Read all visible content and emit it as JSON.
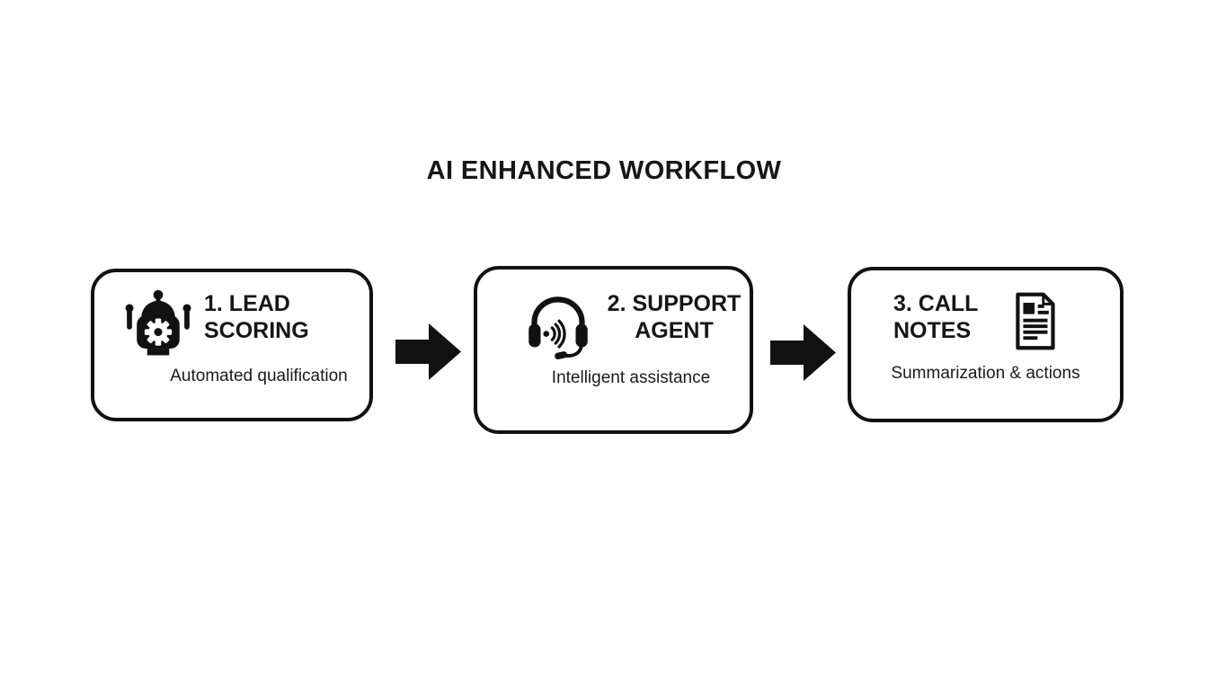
{
  "title": "AI ENHANCED WORKFLOW",
  "colors": {
    "background": "#ffffff",
    "ink": "#111111",
    "box_border": "#111111"
  },
  "workflow": {
    "steps": [
      {
        "heading_line1": "1. LEAD",
        "heading_line2": "SCORING",
        "subtitle": "Automated qualification",
        "icon": "robot-icon"
      },
      {
        "heading_line1": "2. SUPPORT",
        "heading_line2": "AGENT",
        "subtitle": "Intelligent assistance",
        "icon": "headset-icon"
      },
      {
        "heading_line1": "3. CALL",
        "heading_line2": "NOTES",
        "subtitle": "Summarization & actions",
        "icon": "document-icon"
      }
    ],
    "connector_icon": "arrow-right-icon"
  }
}
